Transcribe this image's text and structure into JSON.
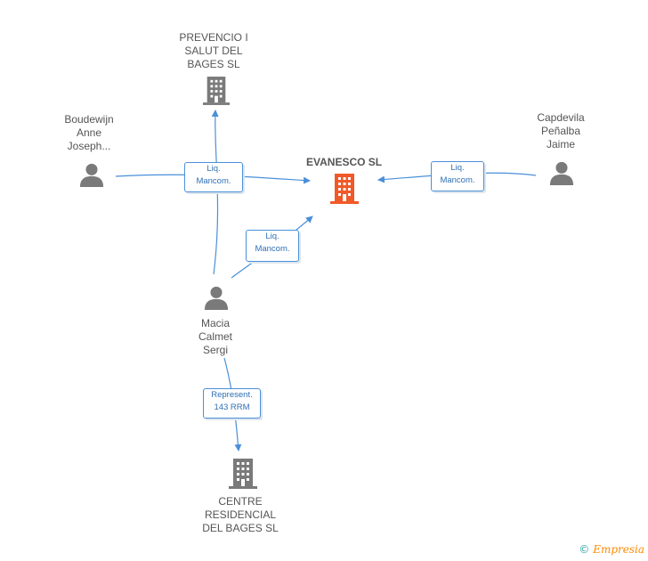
{
  "colors": {
    "edge": "#4a90d9",
    "node_icon": "#7a7a7a",
    "focus_icon": "#f05a28",
    "text": "#555555"
  },
  "focus": {
    "name": "EVANESCO SL",
    "icon": "building-icon"
  },
  "nodes": {
    "prevencio": {
      "lines": [
        "PREVENCIO I",
        "SALUT DEL",
        "BAGES SL"
      ],
      "icon": "building-icon"
    },
    "boudewijn": {
      "lines": [
        "Boudewijn",
        "Anne",
        "Joseph..."
      ],
      "icon": "person-icon"
    },
    "capdevila": {
      "lines": [
        "Capdevila",
        "Peñalba",
        "Jaime"
      ],
      "icon": "person-icon"
    },
    "macia": {
      "lines": [
        "Macia",
        "Calmet",
        "Sergi"
      ],
      "icon": "person-icon"
    },
    "centre": {
      "lines": [
        "CENTRE",
        "RESIDENCIAL",
        "DEL BAGES SL"
      ],
      "icon": "building-icon"
    }
  },
  "edges": {
    "boudewijn_evanesco": [
      "Liq.",
      "Mancom."
    ],
    "capdevila_evanesco": [
      "Liq.",
      "Mancom."
    ],
    "macia_evanesco": [
      "Liq.",
      "Mancom."
    ],
    "macia_centre": [
      "Represent.",
      "143 RRM"
    ]
  },
  "footer": {
    "copyright": "©",
    "brand": "Empresia"
  }
}
